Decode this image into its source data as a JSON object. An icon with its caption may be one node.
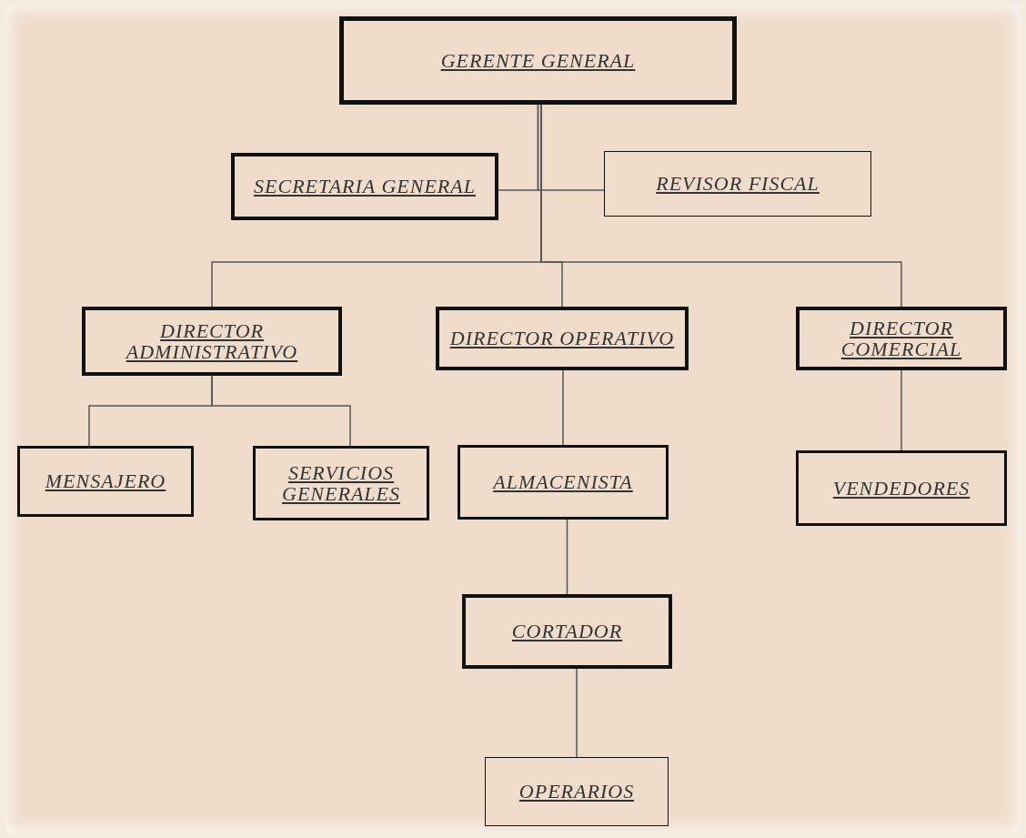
{
  "diagram": {
    "nodes": [
      {
        "text": [
          "GERENTE GENERAL"
        ]
      },
      {
        "text": [
          "SECRETARIA GENERAL"
        ]
      },
      {
        "text": [
          "REVISOR FISCAL"
        ]
      },
      {
        "text": [
          "DIRECTOR ADMINISTRATIVO"
        ]
      },
      {
        "text": [
          "DIRECTOR OPERATIVO"
        ]
      },
      {
        "text": [
          "DIRECTOR COMERCIAL"
        ]
      },
      {
        "text": [
          "MENSAJERO"
        ]
      },
      {
        "text": [
          "SERVICIOS GENERALES"
        ]
      },
      {
        "text": [
          "ALMACENISTA"
        ]
      },
      {
        "text": [
          "VENDEDORES"
        ]
      },
      {
        "text": [
          "CORTADOR"
        ]
      },
      {
        "text": [
          "OPERARIOS"
        ]
      }
    ],
    "edges": [
      {
        "from": 0,
        "to": 1,
        "arrow": "none"
      },
      {
        "from": 0,
        "to": 2,
        "arrow": "none"
      },
      {
        "from": 0,
        "to": 3,
        "arrow": "none"
      },
      {
        "from": 0,
        "to": 4,
        "arrow": "none"
      },
      {
        "from": 0,
        "to": 5,
        "arrow": "none"
      },
      {
        "from": 3,
        "to": 6,
        "arrow": "none"
      },
      {
        "from": 3,
        "to": 7,
        "arrow": "none"
      },
      {
        "from": 4,
        "to": 8,
        "arrow": "none"
      },
      {
        "from": 5,
        "to": 9,
        "arrow": "none"
      },
      {
        "from": 8,
        "to": 10,
        "arrow": "none"
      },
      {
        "from": 10,
        "to": 11,
        "arrow": "none"
      }
    ]
  }
}
